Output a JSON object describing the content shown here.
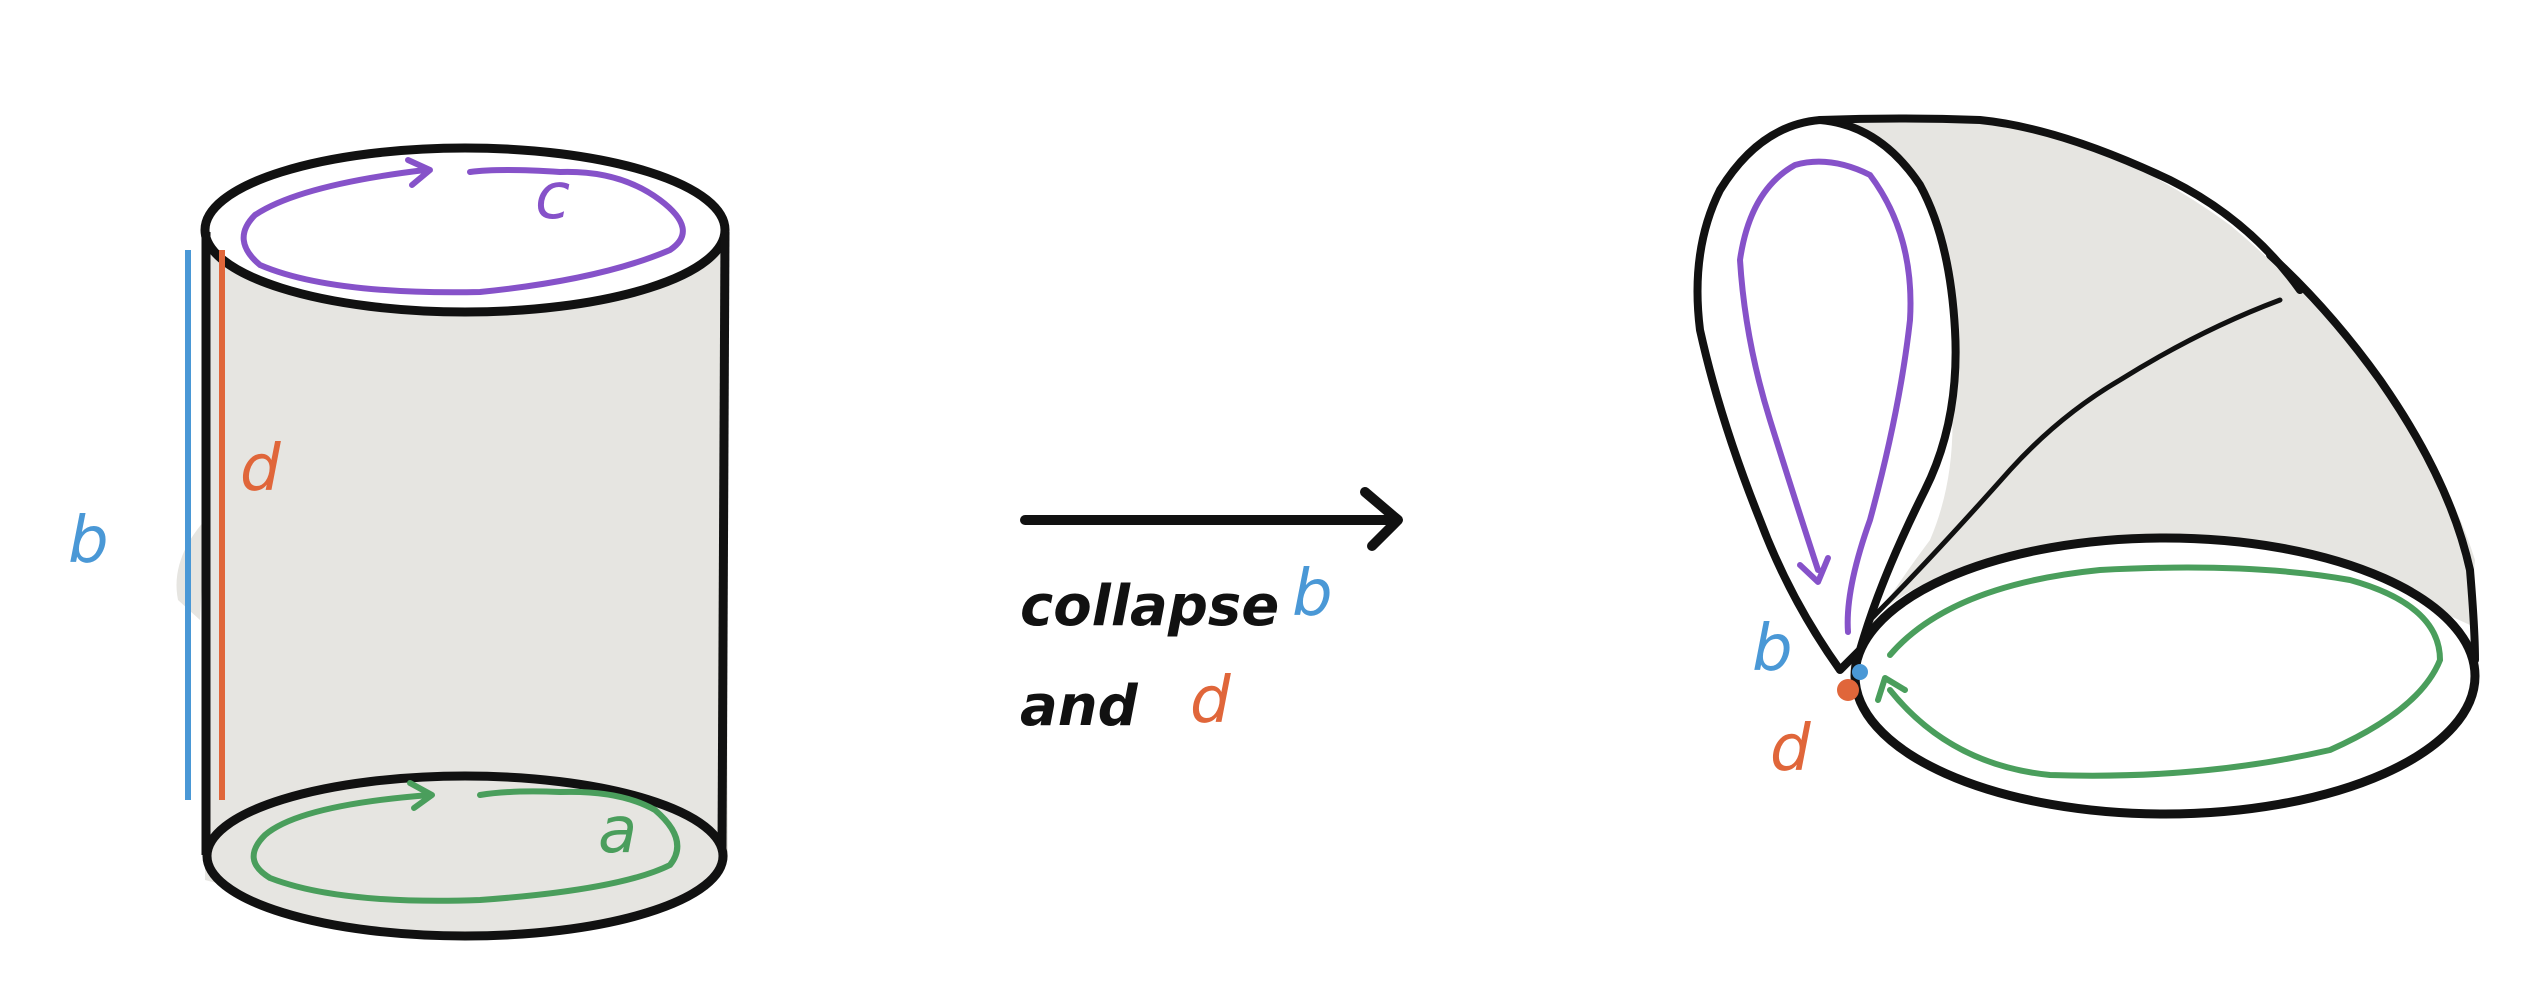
{
  "colors": {
    "background": "#ffffff",
    "outline": "#111111",
    "fill": "#e6e5e1",
    "blue": "#4a98d6",
    "orange": "#e0663a",
    "purple": "#8652c9",
    "green": "#4a9e5c"
  },
  "labels": {
    "a": "a",
    "b": "b",
    "c": "c",
    "d": "d"
  },
  "caption": {
    "line1": "collapse",
    "line1_var": "b",
    "line2": "and",
    "line2_var": "d"
  },
  "right_labels": {
    "b": "b",
    "d": "d"
  }
}
